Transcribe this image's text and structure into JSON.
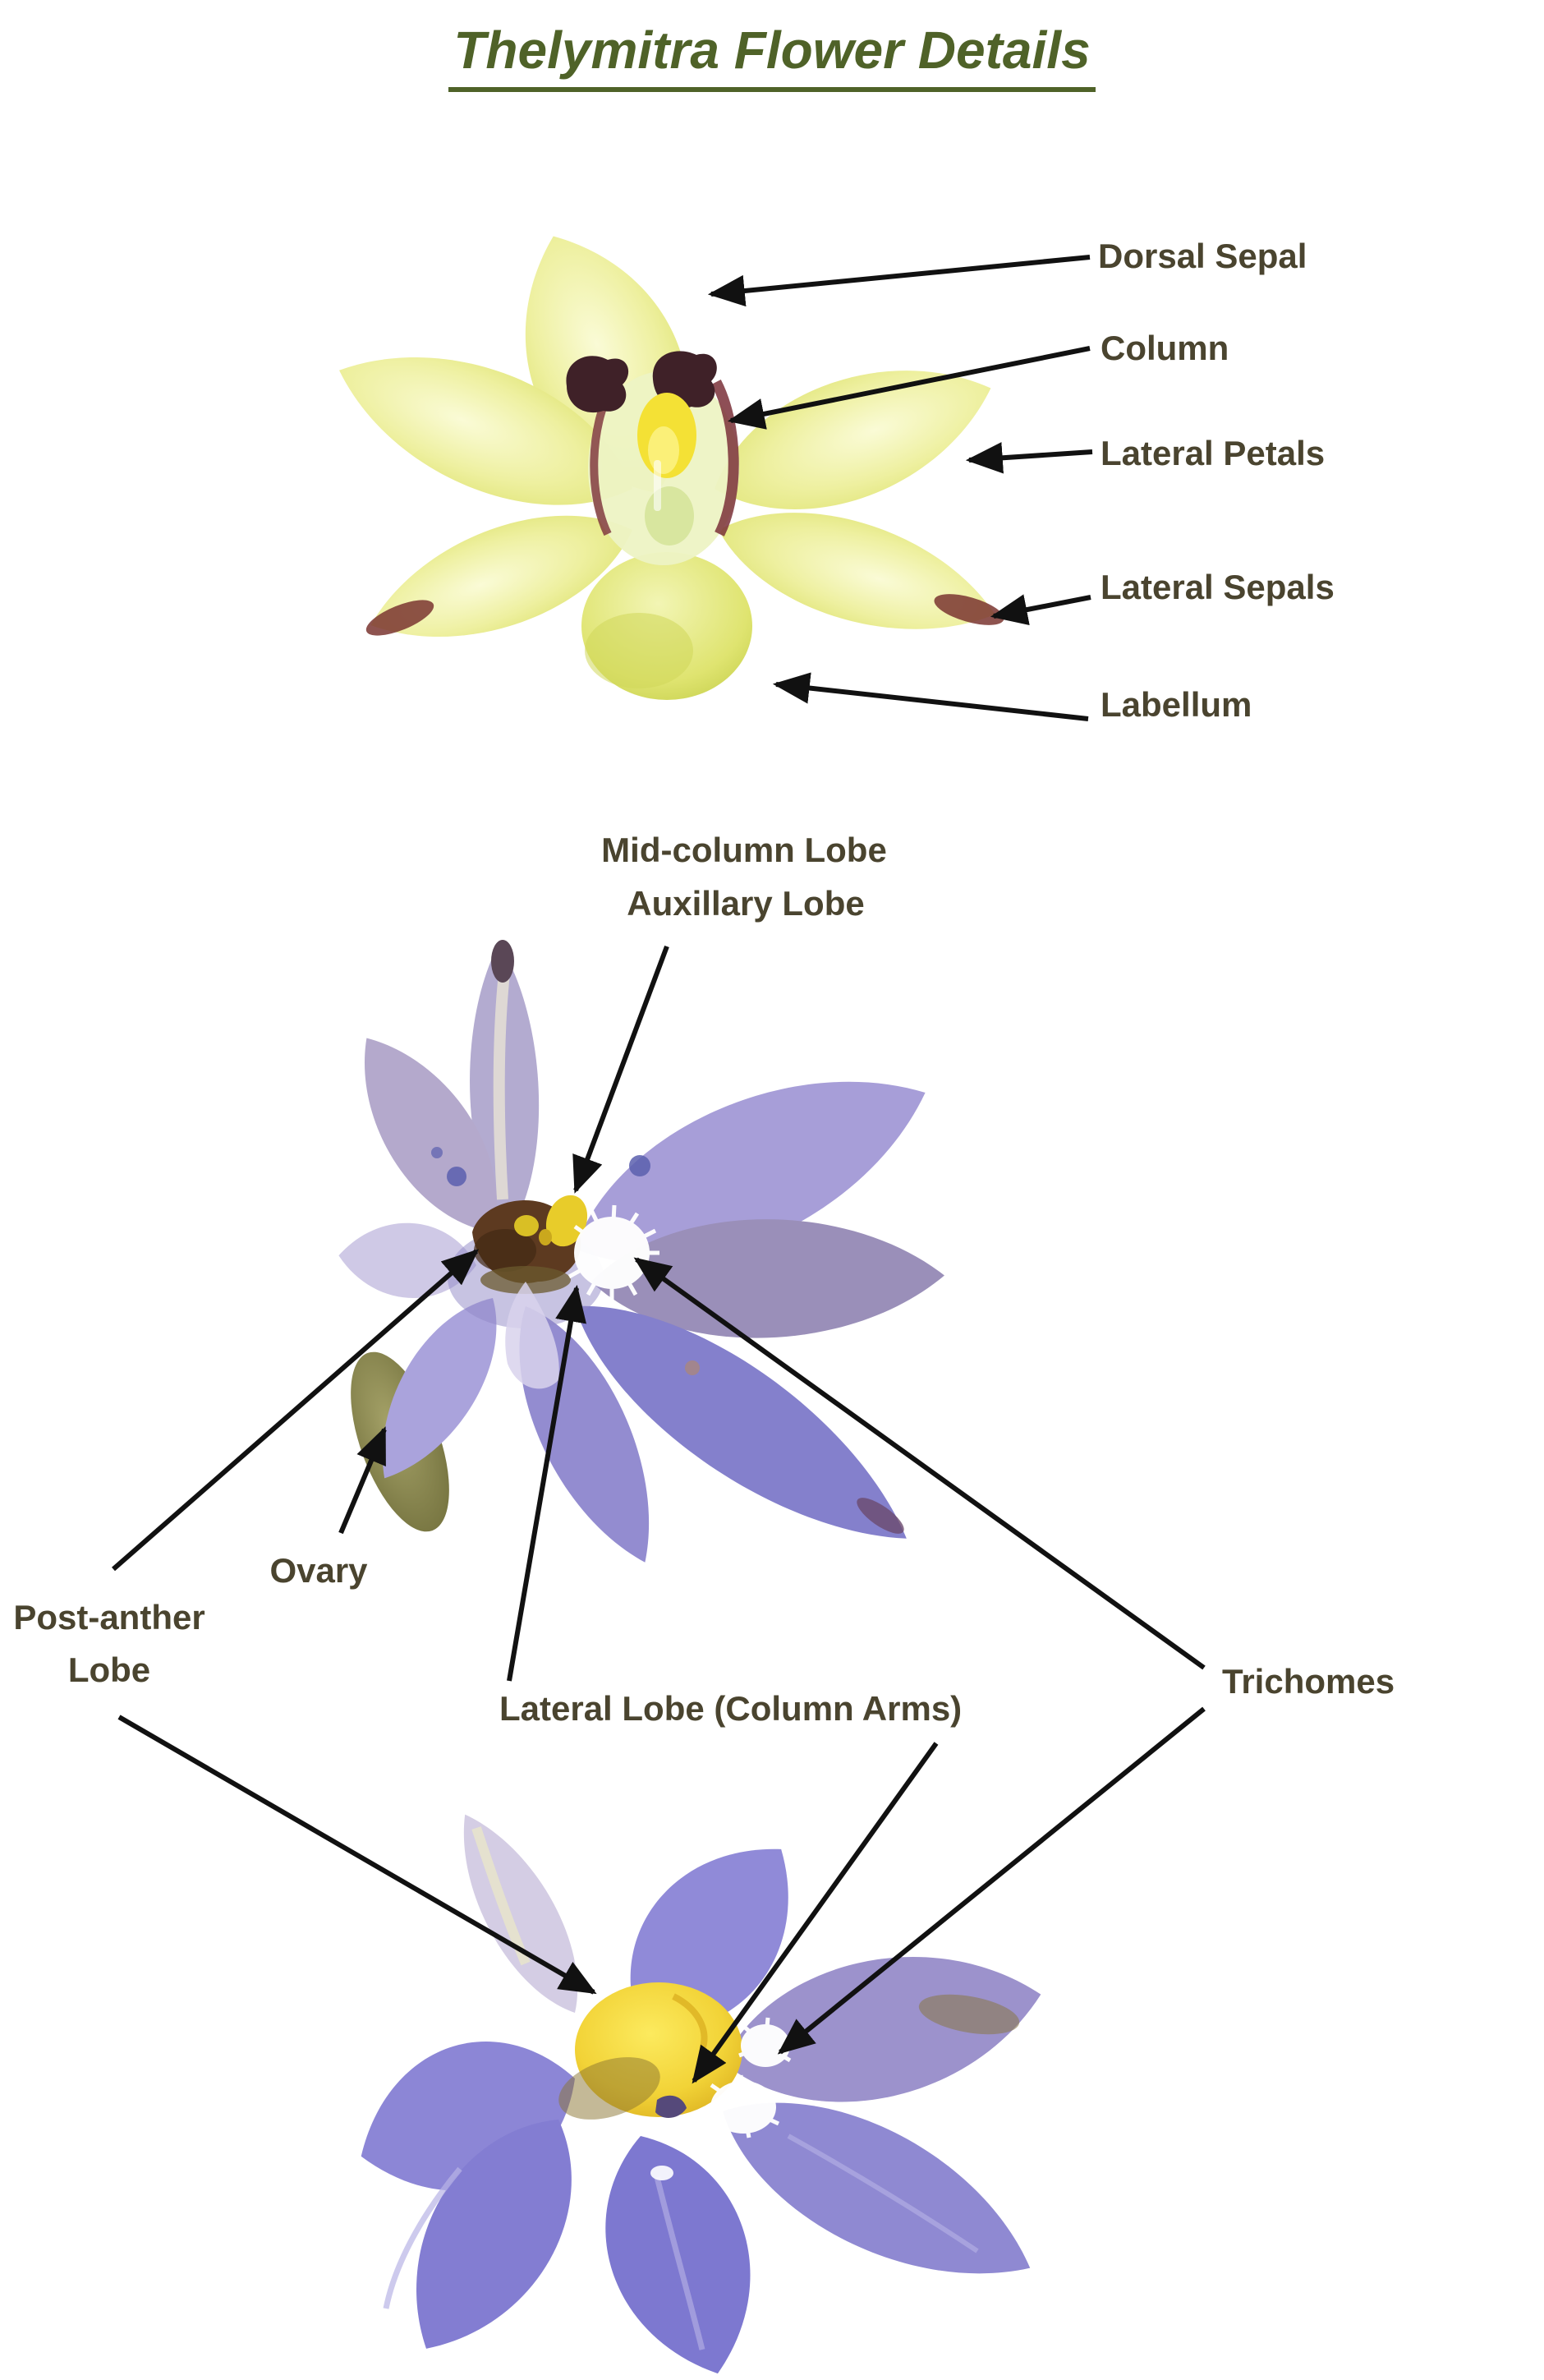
{
  "title": {
    "text": "Thelymitra Flower Details"
  },
  "labels": {
    "dorsal_sepal": "Dorsal Sepal",
    "column": "Column",
    "lateral_petals": "Lateral Petals",
    "lateral_sepals": "Lateral Sepals",
    "labellum": "Labellum",
    "mid_column_lobe": "Mid-column Lobe",
    "auxillary_lobe": "Auxillary Lobe",
    "ovary": "Ovary",
    "post_anther_line1": "Post-anther",
    "post_anther_line2": "Lobe",
    "lateral_lobe": "Lateral Lobe (Column Arms)",
    "trichomes": "Trichomes"
  },
  "palette": {
    "title_green": "#4f6228",
    "label_olive": "#4a442f",
    "arrow_black": "#111111",
    "flower1_petal_yellow": "#eef0a0",
    "flower1_sepal_tip_maroon": "#7a3530",
    "flower2_petal_lavender": "#a79ed8",
    "flower3_petal_violet": "#8b85d5",
    "anther_maroon": "#4a2a1a",
    "pollen_yellow": "#e8cc2a",
    "post_anther_lobe_yellow": "#f2d337",
    "trichome_white": "#ffffff",
    "ovary_olive": "#8f8c52",
    "background": "#ffffff"
  }
}
